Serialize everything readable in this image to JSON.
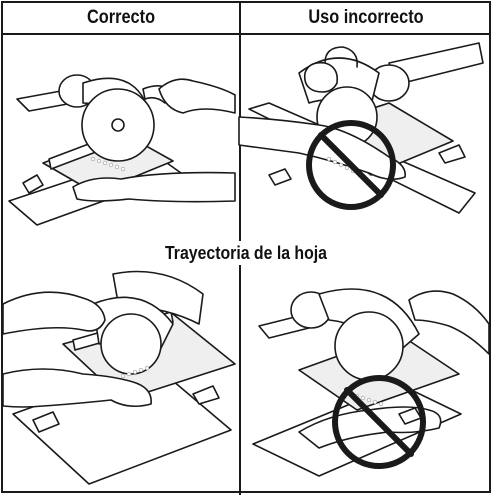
{
  "headers": {
    "correct": "Correcto",
    "incorrect": "Uso incorrecto"
  },
  "center_label": "Trayectoria de la hoja",
  "panels": [
    {
      "id": "top-left",
      "type": "correct"
    },
    {
      "id": "top-right",
      "type": "incorrect"
    },
    {
      "id": "bottom-left",
      "type": "correct"
    },
    {
      "id": "bottom-right",
      "type": "incorrect"
    }
  ],
  "colors": {
    "line": "#1a1a1a",
    "fill": "#ffffff",
    "shade": "#e6e6e6",
    "prohibition": "#1a1a1a"
  }
}
